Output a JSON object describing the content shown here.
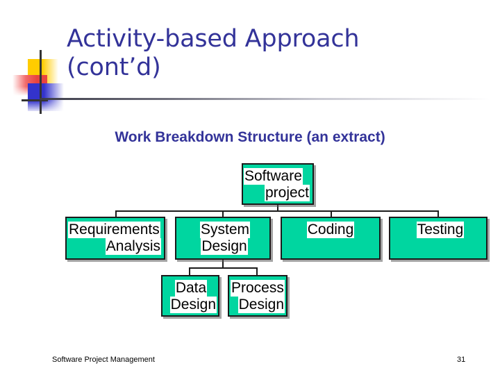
{
  "slide": {
    "title": "Activity-based Approach\n(cont’d)",
    "title_color": "#333399"
  },
  "decoration": {
    "name": "corner-squares-motif",
    "colors": {
      "yellow": "#FFCC00",
      "red": "#E8433F",
      "blue": "#3333CC",
      "cross": "#333333"
    }
  },
  "diagram": {
    "heading": "Work Breakdown Structure (an extract)",
    "heading_color": "#333399",
    "node_fill": "#00D6A0",
    "node_border": "#1A1A1A",
    "nodes": {
      "software_project": {
        "lines": [
          "Software",
          "project"
        ]
      },
      "requirements_analysis": {
        "lines": [
          "Requirements",
          "Analysis"
        ]
      },
      "system_design": {
        "lines": [
          "System",
          "Design"
        ]
      },
      "coding": {
        "lines": [
          "Coding"
        ]
      },
      "testing": {
        "lines": [
          "Testing"
        ]
      },
      "data_design": {
        "lines": [
          "Data",
          "Design"
        ]
      },
      "process_design": {
        "lines": [
          "Process",
          "Design"
        ]
      }
    }
  },
  "footer": {
    "left_text": "Software Project Management",
    "page_number": "31"
  }
}
